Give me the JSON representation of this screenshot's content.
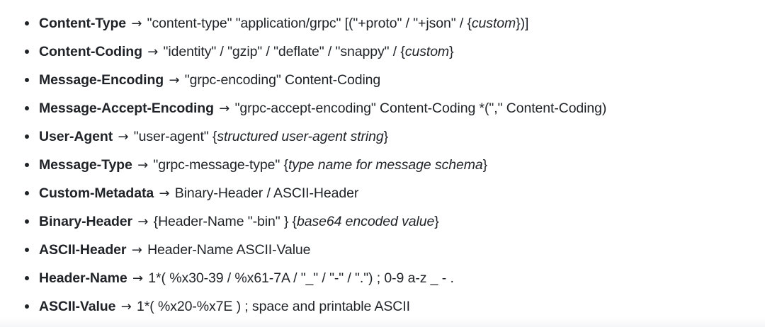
{
  "document": {
    "type": "grammar-reference",
    "background_color": "#ffffff",
    "text_color": "#1f2328",
    "bullet_color": "#1f2328",
    "arrow_glyph": "→",
    "items": [
      {
        "name": "Content-Type",
        "arrow": "→",
        "definition_plain": "\"content-type\" \"application/grpc\" [(\"+proto\" / \"+json\" / {custom})]",
        "segments": [
          {
            "text": "\"content-type\" \"application/grpc\" [(\"+proto\" / \"+json\" / {",
            "italic": false
          },
          {
            "text": "custom",
            "italic": true
          },
          {
            "text": "})]",
            "italic": false
          }
        ]
      },
      {
        "name": "Content-Coding",
        "arrow": "→",
        "definition_plain": "\"identity\" / \"gzip\" / \"deflate\" / \"snappy\" / {custom}",
        "segments": [
          {
            "text": "\"identity\" / \"gzip\" / \"deflate\" / \"snappy\" / {",
            "italic": false
          },
          {
            "text": "custom",
            "italic": true
          },
          {
            "text": "}",
            "italic": false
          }
        ]
      },
      {
        "name": "Message-Encoding",
        "arrow": "→",
        "definition_plain": "\"grpc-encoding\" Content-Coding",
        "segments": [
          {
            "text": "\"grpc-encoding\" Content-Coding",
            "italic": false
          }
        ]
      },
      {
        "name": "Message-Accept-Encoding",
        "arrow": "→",
        "definition_plain": "\"grpc-accept-encoding\" Content-Coding *(\",\" Content-Coding)",
        "segments": [
          {
            "text": "\"grpc-accept-encoding\" Content-Coding *(\",\" Content-Coding)",
            "italic": false
          }
        ]
      },
      {
        "name": "User-Agent",
        "arrow": "→",
        "definition_plain": "\"user-agent\" {structured user-agent string}",
        "segments": [
          {
            "text": "\"user-agent\" {",
            "italic": false
          },
          {
            "text": "structured user-agent string",
            "italic": true
          },
          {
            "text": "}",
            "italic": false
          }
        ]
      },
      {
        "name": "Message-Type",
        "arrow": "→",
        "definition_plain": "\"grpc-message-type\" {type name for message schema}",
        "segments": [
          {
            "text": "\"grpc-message-type\" {",
            "italic": false
          },
          {
            "text": "type name for message schema",
            "italic": true
          },
          {
            "text": "}",
            "italic": false
          }
        ]
      },
      {
        "name": "Custom-Metadata",
        "arrow": "→",
        "definition_plain": "Binary-Header / ASCII-Header",
        "segments": [
          {
            "text": "Binary-Header / ASCII-Header",
            "italic": false
          }
        ]
      },
      {
        "name": "Binary-Header",
        "arrow": "→",
        "definition_plain": "{Header-Name \"-bin\" } {base64 encoded value}",
        "segments": [
          {
            "text": "{Header-Name \"-bin\" } {",
            "italic": false
          },
          {
            "text": "base64 encoded value",
            "italic": true
          },
          {
            "text": "}",
            "italic": false
          }
        ]
      },
      {
        "name": "ASCII-Header",
        "arrow": "→",
        "definition_plain": "Header-Name ASCII-Value",
        "segments": [
          {
            "text": "Header-Name ASCII-Value",
            "italic": false
          }
        ]
      },
      {
        "name": "Header-Name",
        "arrow": "→",
        "definition_plain": "1*( %x30-39 / %x61-7A / \"_\" / \"-\" / \".\") ; 0-9 a-z _ - .",
        "segments": [
          {
            "text": "1*( %x30-39 / %x61-7A / \"_\" / \"-\" / \".\") ; 0-9 a-z _ - .",
            "italic": false
          }
        ]
      },
      {
        "name": "ASCII-Value",
        "arrow": "→",
        "definition_plain": "1*( %x20-%x7E ) ; space and printable ASCII",
        "segments": [
          {
            "text": "1*( %x20-%x7E ) ; space and printable ASCII",
            "italic": false
          }
        ]
      }
    ]
  }
}
